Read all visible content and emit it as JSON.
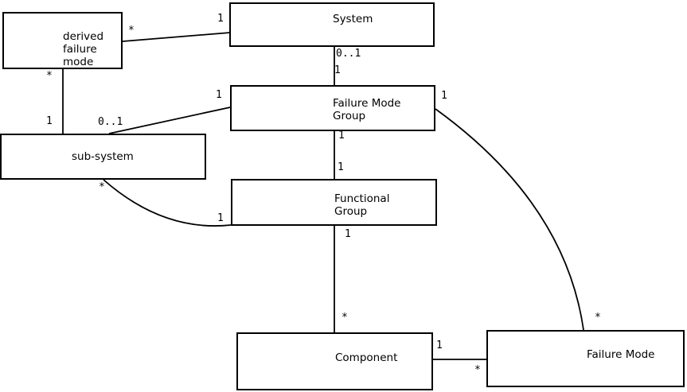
{
  "diagram": {
    "type": "uml-association-diagram",
    "background_color": "#ffffff",
    "line_color": "#000000",
    "entities": [
      {
        "name": "derived-failure-mode",
        "lines": [
          "derived",
          "failure",
          "mode"
        ]
      },
      {
        "name": "system",
        "lines": [
          "System"
        ]
      },
      {
        "name": "failure-mode-group",
        "lines": [
          "Failure Mode",
          "Group"
        ]
      },
      {
        "name": "sub-system",
        "lines": [
          "sub-system"
        ]
      },
      {
        "name": "functional-group",
        "lines": [
          "Functional",
          "Group"
        ]
      },
      {
        "name": "component",
        "lines": [
          "Component"
        ]
      },
      {
        "name": "failure-mode",
        "lines": [
          "Failure Mode"
        ]
      }
    ],
    "relations": [
      {
        "id": "derived-failure-mode--system",
        "from": "derived-failure-mode",
        "to": "system",
        "from_label": "*",
        "to_label": "1"
      },
      {
        "id": "derived-failure-mode--sub-system",
        "from": "derived-failure-mode",
        "to": "sub-system",
        "from_label": "*",
        "to_label": "1"
      },
      {
        "id": "system--failure-mode-group",
        "from": "system",
        "to": "failure-mode-group",
        "from_label": "0..1",
        "to_label": "1"
      },
      {
        "id": "failure-mode-group--sub-system",
        "from": "failure-mode-group",
        "to": "sub-system",
        "from_label": "1",
        "to_label": "0..1"
      },
      {
        "id": "failure-mode-group--functional-group",
        "from": "failure-mode-group",
        "to": "functional-group",
        "from_label": "1",
        "to_label": "1"
      },
      {
        "id": "sub-system--functional-group",
        "from": "sub-system",
        "to": "functional-group",
        "from_label": "*",
        "to_label": "1"
      },
      {
        "id": "functional-group--component",
        "from": "functional-group",
        "to": "component",
        "from_label": "1",
        "to_label": "*"
      },
      {
        "id": "component--failure-mode",
        "from": "component",
        "to": "failure-mode",
        "from_label": "1",
        "to_label": "*"
      },
      {
        "id": "failure-mode-group--failure-mode",
        "from": "failure-mode-group",
        "to": "failure-mode",
        "from_label": "1",
        "to_label": "*"
      }
    ]
  }
}
